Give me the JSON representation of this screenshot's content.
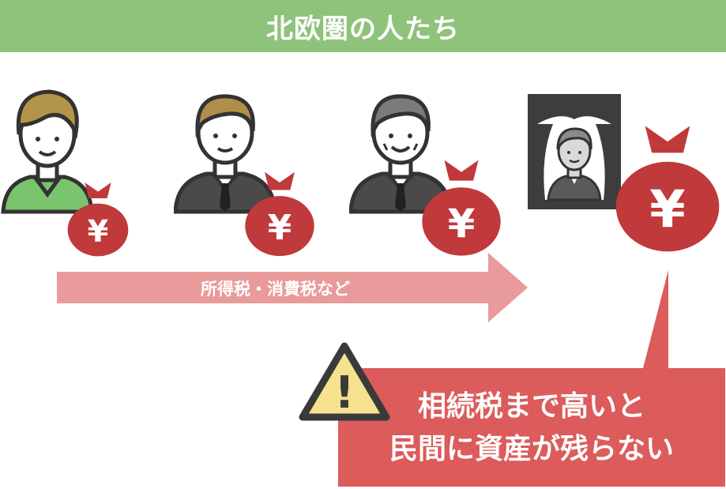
{
  "banner": {
    "title": "北欧圏の人たち"
  },
  "arrow": {
    "label": "所得税・消費税など"
  },
  "callout": {
    "line1": "相続税まで高いと",
    "line2": "民間に資産が残らない"
  },
  "icons": {
    "bag_symbol": "¥",
    "warning_symbol": "!"
  },
  "colors": {
    "banner": "#8fc27a",
    "bag": "#c0393b",
    "arrow": "#e99a9a",
    "callout": "#dc5b5b",
    "warning": "#f6e28e"
  }
}
